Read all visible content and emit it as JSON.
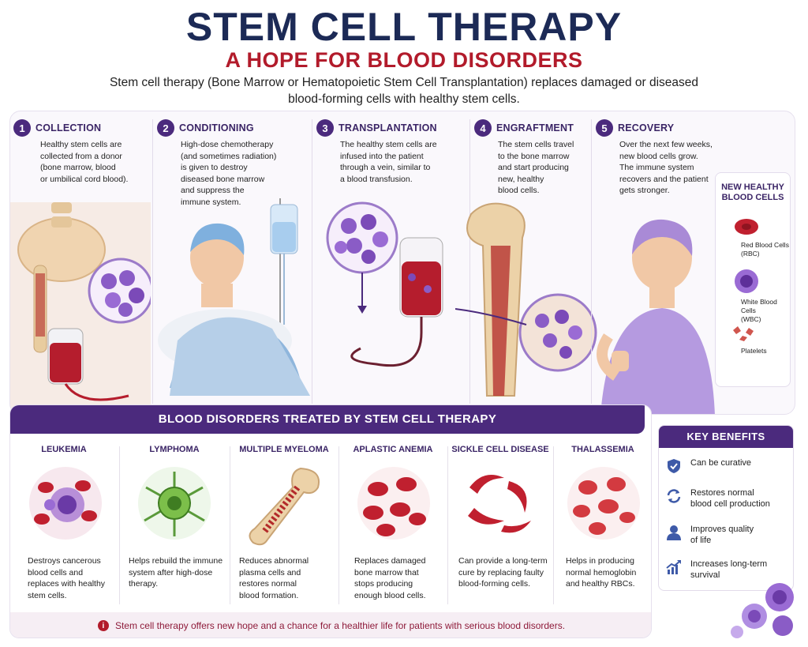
{
  "header": {
    "title": "STEM CELL THERAPY",
    "subtitle": "A HOPE FOR BLOOD DISORDERS",
    "intro": "Stem cell therapy (Bone Marrow or Hematopoietic Stem Cell Transplantation) replaces damaged or diseased blood-forming cells with healthy stem cells."
  },
  "steps": [
    {
      "num": "1",
      "title": "COLLECTION",
      "text": [
        "Healthy stem cells are",
        "collected from a donor",
        "(bone marrow, blood",
        "or umbilical cord blood)."
      ]
    },
    {
      "num": "2",
      "title": "CONDITIONING",
      "text": [
        "High-dose chemotherapy",
        "(and sometimes radiation)",
        "is given to destroy",
        "diseased bone marrow",
        "and suppress the",
        "immune system."
      ]
    },
    {
      "num": "3",
      "title": "TRANSPLANTATION",
      "text": [
        "The healthy stem cells are",
        "infused into the patient",
        "through a vein, similar to",
        "a blood transfusion."
      ]
    },
    {
      "num": "4",
      "title": "ENGRAFTMENT",
      "text": [
        "The stem cells travel",
        "to the bone marrow",
        "and start producing",
        "new, healthy",
        "blood cells."
      ]
    },
    {
      "num": "5",
      "title": "RECOVERY",
      "text": [
        "Over the next few weeks,",
        "new blood cells grow.",
        "The immune system",
        "recovers and the patient",
        "gets stronger."
      ]
    }
  ],
  "new_cells": {
    "title_line1": "NEW HEALTHY",
    "title_line2": "BLOOD CELLS",
    "rbc": [
      "Red Blood Cells",
      "(RBC)"
    ],
    "wbc": [
      "White Blood Cells",
      "(WBC)"
    ],
    "platelets": "Platelets"
  },
  "disorders": {
    "header": "BLOOD DISORDERS TREATED BY STEM CELL THERAPY",
    "items": [
      {
        "name": "LEUKEMIA",
        "text": [
          "Destroys cancerous",
          "blood cells and",
          "replaces with healthy",
          "stem cells."
        ]
      },
      {
        "name": "LYMPHOMA",
        "text": [
          "Helps rebuild the immune",
          "system after high-dose",
          "therapy."
        ]
      },
      {
        "name": "MULTIPLE MYELOMA",
        "text": [
          "Reduces abnormal",
          "plasma cells and",
          "restores normal",
          "blood formation."
        ]
      },
      {
        "name": "APLASTIC ANEMIA",
        "text": [
          "Replaces damaged",
          "bone marrow that",
          "stops producing",
          "enough blood cells."
        ]
      },
      {
        "name": "SICKLE CELL DISEASE",
        "text": [
          "Can provide a long-term",
          "cure by replacing faulty",
          "blood-forming cells."
        ]
      },
      {
        "name": "THALASSEMIA",
        "text": [
          "Helps in producing",
          "normal hemoglobin",
          "and healthy RBCs."
        ]
      }
    ],
    "footer": "Stem cell therapy offers new hope and a chance for a healthier life for patients with serious blood disorders.",
    "footer_icon": "i"
  },
  "benefits": {
    "header": "KEY BENEFITS",
    "items": [
      {
        "icon": "shield-check-icon",
        "text": [
          "Can be curative"
        ]
      },
      {
        "icon": "refresh-icon",
        "text": [
          "Restores normal",
          "blood cell production"
        ]
      },
      {
        "icon": "person-icon",
        "text": [
          "Improves quality",
          "of life"
        ]
      },
      {
        "icon": "chart-up-icon",
        "text": [
          "Increases long-term",
          "survival"
        ]
      }
    ]
  },
  "colors": {
    "navy": "#1c2a56",
    "red": "#b21b2b",
    "purple": "#4b2a7d",
    "blood": "#c0202f",
    "cell_purple": "#8a5cc6"
  }
}
